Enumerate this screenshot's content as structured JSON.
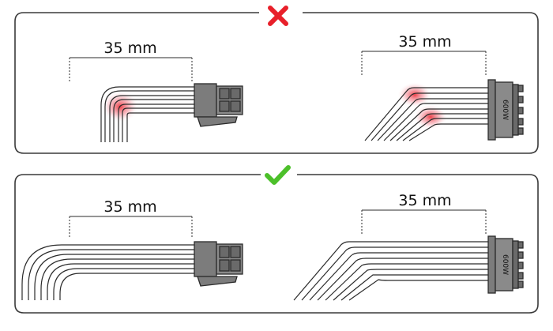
{
  "panels": {
    "wrong": {
      "status_icon": "red-cross-icon",
      "status_color": "#e8202a",
      "left_dimension_label": "35 mm",
      "right_dimension_label": "35 mm",
      "connector_label": "600W",
      "stress_color": "#e8202a"
    },
    "correct": {
      "status_icon": "green-check-icon",
      "status_color": "#4cc02a",
      "left_dimension_label": "35 mm",
      "right_dimension_label": "35 mm",
      "connector_label": "600W"
    }
  },
  "colors": {
    "outline": "#2b2b2b",
    "connector_fill": "#7c7c7c",
    "connector_dark": "#555555",
    "panel_border": "#3a3a3a"
  }
}
